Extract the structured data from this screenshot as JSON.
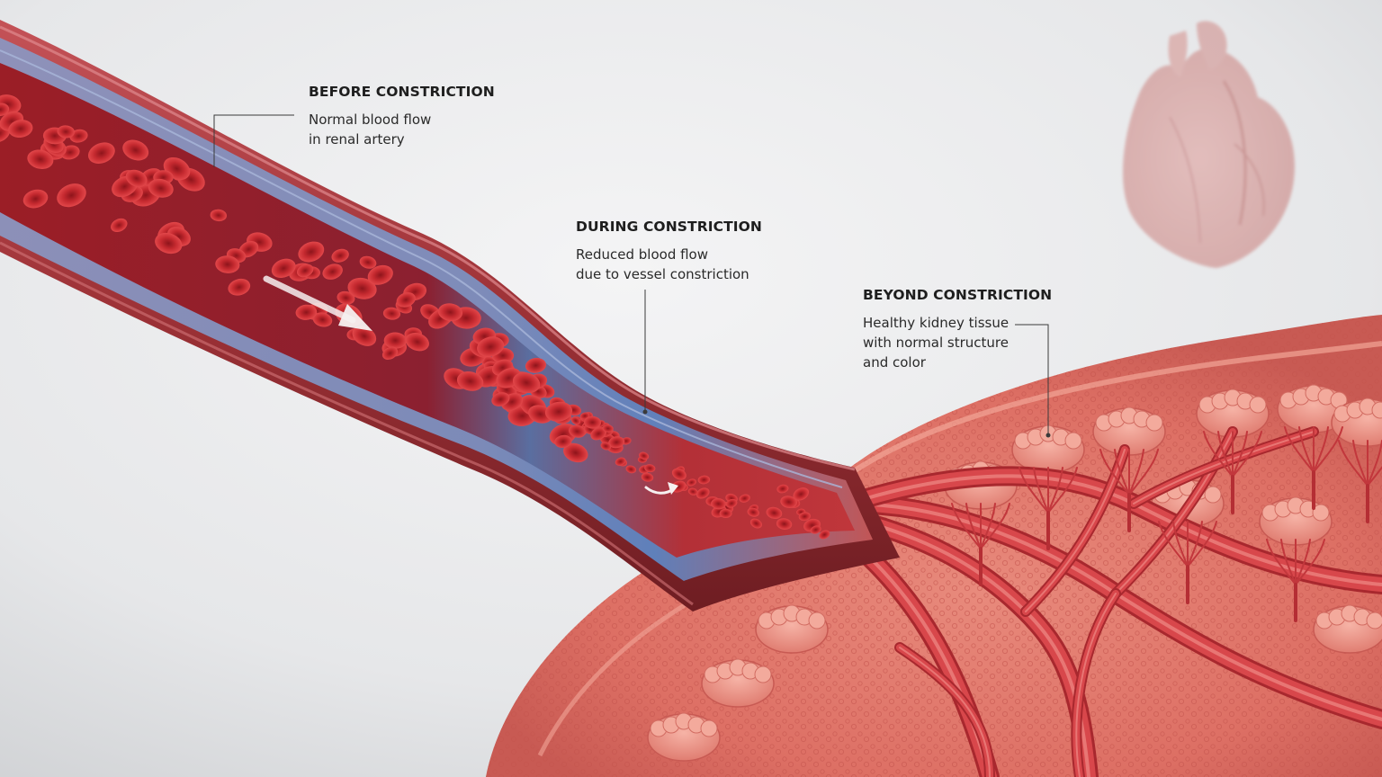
{
  "labels": {
    "before": {
      "title": "BEFORE CONSTRICTION",
      "lines": [
        "Normal blood flow",
        "in renal artery"
      ]
    },
    "during": {
      "title": "DURING CONSTRICTION",
      "lines": [
        "Reduced blood flow",
        "due to vessel constriction"
      ]
    },
    "beyond": {
      "title": "BEYOND CONSTRICTION",
      "lines": [
        "Healthy kidney tissue",
        "with normal structure",
        "and color"
      ]
    }
  },
  "illustration": {
    "subjects": [
      "renal-artery",
      "red-blood-cells",
      "flow-arrow",
      "kidney",
      "heart"
    ],
    "colors": {
      "background": "#e9eaec",
      "artery_wall": "#a53a3e",
      "artery_inner_lining": "#7f95bd",
      "blood_cell": "#c8262c",
      "kidney_tissue": "#e47c70",
      "heart": "#d49590"
    }
  }
}
